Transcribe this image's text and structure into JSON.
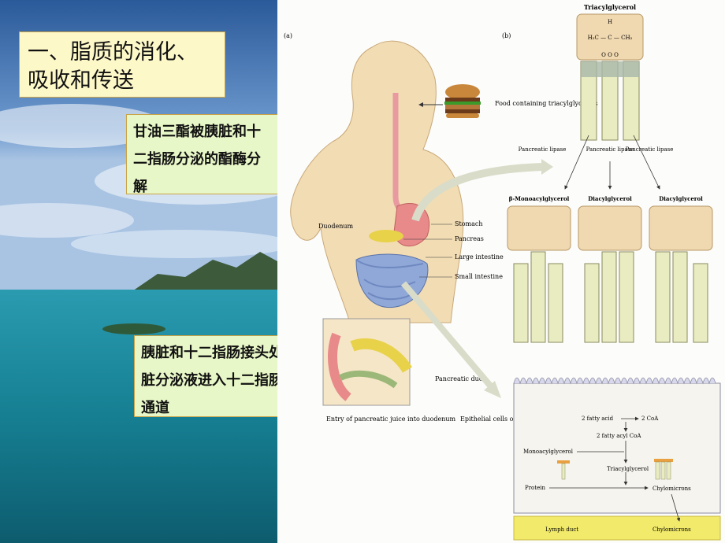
{
  "title": "一、脂质的消化、吸收和传送",
  "notes": [
    "甘油三酯被胰脏和十二指肠分泌的酯酶分解",
    "胰脏和十二指肠接头处胰脏分泌液进入十二指肠的通道"
  ],
  "panel_a": {
    "label": "(a)",
    "food": "Food containing triacylglycerols",
    "stomach": "Stomach",
    "pancreas": "Pancreas",
    "large_intestine": "Large intestine",
    "small_intestine": "Small intestine",
    "duodenum": "Duodenum",
    "pancreatic_duct": "Pancreatic duct",
    "entry": "Entry of pancreatic juice into duodenum",
    "epithelial": "Epithelial cells of intestinal wall"
  },
  "panel_b": {
    "label": "(b)",
    "triacylglycerol": "Triacylglycerol",
    "lipase": "Pancreatic lipase",
    "monoacyl": "β-Monoacylglycerol",
    "diacyl1": "Diacylglycerol",
    "diacyl2": "Diacylglycerol"
  },
  "cell": {
    "fatty_acid": "2 fatty acid",
    "coa": "2 CoA",
    "fatty_acyl_coa": "2 fatty acyl CoA",
    "monoacylglycerol": "Monoacylglycerol",
    "triacylglycerol": "Triacylglycerol",
    "protein": "Protein",
    "chylomicrons": "Chylomicrons",
    "lymph_duct": "Lymph duct",
    "chylomicrons2": "Chylomicrons"
  },
  "colors": {
    "sky": "#3a6fb0",
    "sea": "#1f8ca0",
    "note_bg": "#e8f7c7",
    "title_bg": "#fdf8c8",
    "body": "#f2dcb4",
    "glycerol": "#f0d8b0",
    "chain": "#e8ecc0"
  }
}
